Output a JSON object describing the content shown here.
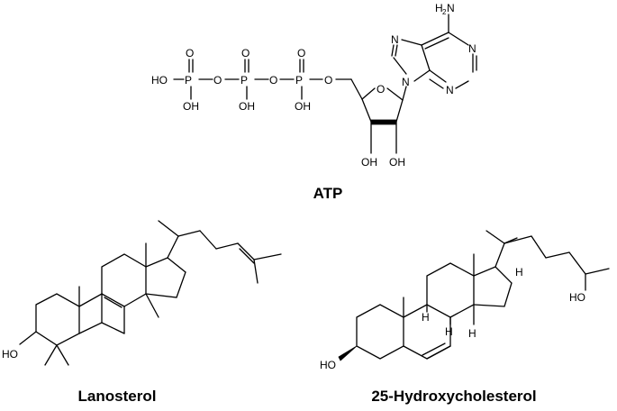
{
  "compounds": {
    "atp": {
      "name": "ATP"
    },
    "lanosterol": {
      "name": "Lanosterol"
    },
    "hydroxycholesterol": {
      "name": "25-Hydroxycholesterol"
    }
  },
  "atoms": {
    "HO": "HO",
    "OH": "OH",
    "O": "O",
    "P": "P",
    "N": "N",
    "H2N_H": "H",
    "H2N_2": "2",
    "H2N_N": "N",
    "H": "H"
  }
}
